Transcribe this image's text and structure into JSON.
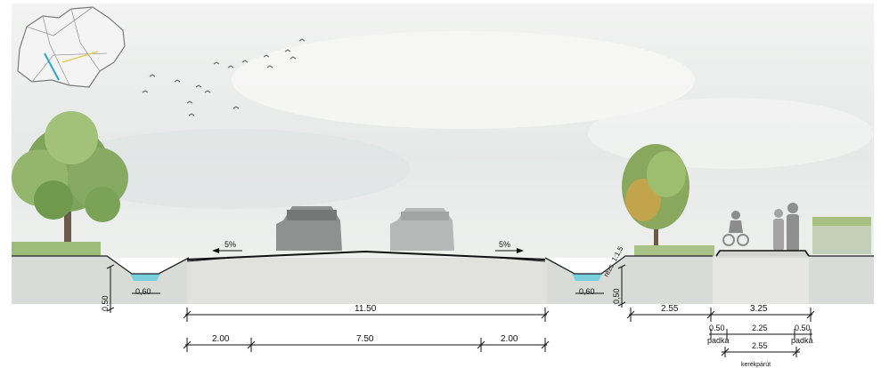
{
  "slopes": {
    "left": "5%",
    "right": "5%",
    "embankment": "rézs. 1:1,5"
  },
  "ditches": {
    "left_width": "0,60",
    "right_width": "0,60",
    "left_depth": "0,50",
    "right_depth": "0,50"
  },
  "dims": {
    "road_total": "11.50",
    "shoulder_left": "2.00",
    "carriageway": "7.50",
    "shoulder_right": "2.00",
    "verge": "2.55",
    "path_total": "3.25",
    "curb_left": "0.50",
    "path_inner": "2.25",
    "curb_right": "0.50",
    "path_paved": "2.55",
    "curb_left_label": "padka",
    "curb_right_label": "padka",
    "bike_path_label": "kerékpárút"
  },
  "colors": {
    "sky": "#e9eceb",
    "ground": "#d6d8d3",
    "water": "#7fd3df",
    "road": "#bfc2bf"
  }
}
